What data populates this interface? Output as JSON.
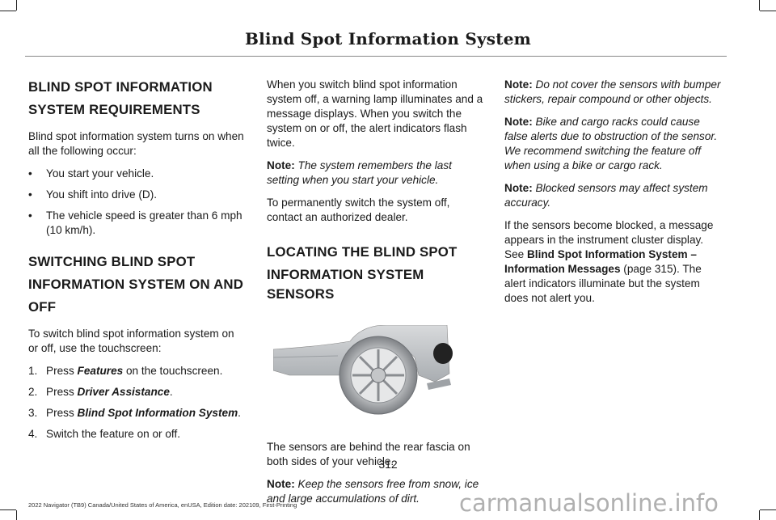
{
  "header": {
    "title": "Blind Spot Information System"
  },
  "col1": {
    "h1_line1": "BLIND SPOT INFORMATION",
    "h1_line2": "SYSTEM REQUIREMENTS",
    "intro": "Blind spot information system turns on when all the following occur:",
    "bullets": [
      "You start your vehicle.",
      "You shift into drive (D).",
      "The vehicle speed is greater than 6 mph (10 km/h)."
    ],
    "h2_line1": "SWITCHING BLIND SPOT",
    "h2_line2": "INFORMATION SYSTEM ON AND",
    "h2_line3": "OFF",
    "intro2": "To switch blind spot information system on or off, use the touchscreen:",
    "steps": [
      {
        "num": "1.",
        "pre": "Press ",
        "em": "Features",
        "post": " on the touchscreen."
      },
      {
        "num": "2.",
        "pre": "Press ",
        "em": "Driver Assistance",
        "post": "."
      },
      {
        "num": "3.",
        "pre": "Press ",
        "em": "Blind Spot Information System",
        "post": "."
      },
      {
        "num": "4.",
        "pre": "Switch the feature on or off.",
        "em": "",
        "post": ""
      }
    ]
  },
  "col2": {
    "para1": "When you switch blind spot information system off, a warning lamp illuminates and a message displays. When you switch the system on or off, the alert indicators flash twice.",
    "note1_label": "Note:",
    "note1_text": "The system remembers the last setting when you start your vehicle.",
    "para2": "To permanently switch the system off, contact an authorized dealer.",
    "h_line1": "LOCATING THE BLIND SPOT",
    "h_line2": "INFORMATION SYSTEM SENSORS",
    "para3": "The sensors are behind the rear fascia on both sides of your vehicle.",
    "note2_label": "Note:",
    "note2_text": "Keep the sensors free from snow, ice and large accumulations of dirt."
  },
  "col3": {
    "note3_label": "Note:",
    "note3_text": "Do not cover the sensors with bumper stickers, repair compound or other objects.",
    "note4_label": "Note:",
    "note4_text": "Bike and cargo racks could cause false alerts due to obstruction of the sensor. We recommend switching the feature off when using a bike or cargo rack.",
    "note5_label": "Note:",
    "note5_text": "Blocked sensors may affect system accuracy.",
    "para_pre": "If the sensors become blocked, a message appears in the instrument cluster display. See ",
    "para_link": "Blind Spot Information System – Information Messages",
    "para_post": " (page 315).  The alert indicators illuminate but the system does not alert you."
  },
  "page_number": "312",
  "footer": "2022 Navigator (TB9) Canada/United States of America, enUSA, Edition date: 202109, First-Printing",
  "watermark": "carmanualsonline.info",
  "bullet_glyph": "•"
}
